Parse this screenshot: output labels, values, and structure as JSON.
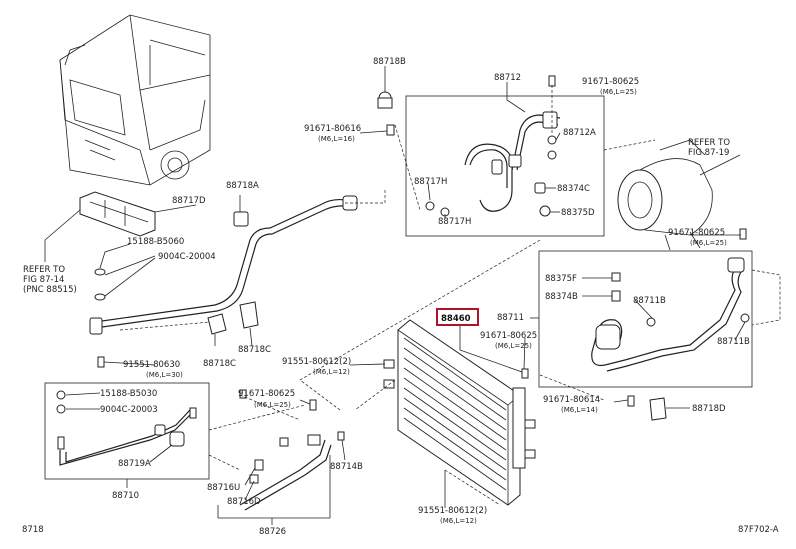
{
  "diagram": {
    "highlight_color": "#b0122c",
    "labels": {
      "p88718b": "88718B",
      "p88712": "88712",
      "p91671_80625_top": "91671-80625",
      "p91671_80625_top_sub": "(M6,L=25)",
      "p91671_80616": "91671-80616",
      "p91671_80616_sub": "(M6,L=16)",
      "p88712a": "88712A",
      "p88374c": "88374C",
      "p88375d": "88375D",
      "p88717h_a": "88717H",
      "p88717h_b": "88717H",
      "refer_87_19_line1": "REFER TO",
      "refer_87_19_line2": "FIG 87-19",
      "p88718a": "88718A",
      "p88717d": "88717D",
      "p15188_b5060": "15188-B5060",
      "p9004c_20004": "9004C-20004",
      "refer_87_14_line1": "REFER TO",
      "refer_87_14_line2": "FIG 87-14",
      "refer_87_14_line3": "(PNC 88515)",
      "p91551_80630": "91551-80630",
      "p91551_80630_sub": "(M6,L=30)",
      "p88718c_a": "88718C",
      "p88718c_b": "88718C",
      "p91671_80625_right": "91671-80625",
      "p91671_80625_right_sub": "(M6,L=25)",
      "p88375f": "88375F",
      "p88374b": "88374B",
      "p88711b_a": "88711B",
      "p88711": "88711",
      "p88460": "88460",
      "p91671_80625_mid": "91671-80625",
      "p91671_80625_mid_sub": "(M6,L=25)",
      "p88711b_b": "88711B",
      "p91551_80612_left": "91551-80612(2)",
      "p91551_80612_left_sub": "(M6,L=12)",
      "p91671_80625_low": "91671-80625",
      "p91671_80625_low_sub": "(M6,L=25)",
      "p91671_80614": "91671-80614",
      "p91671_80614_sub": "(M6,L=14)",
      "p88718d": "88718D",
      "p15188_b5030": "15188-B5030",
      "p9004c_20003": "9004C-20003",
      "p88719a": "88719A",
      "p88710": "88710",
      "p88716u": "88716U",
      "p88716d": "88716D",
      "p88714b": "88714B",
      "p88726": "88726",
      "p91551_80612_bottom": "91551-80612(2)",
      "p91551_80612_bottom_sub": "(M6,L=12)",
      "footer_left": "8718",
      "footer_right": "87F702-A"
    }
  }
}
